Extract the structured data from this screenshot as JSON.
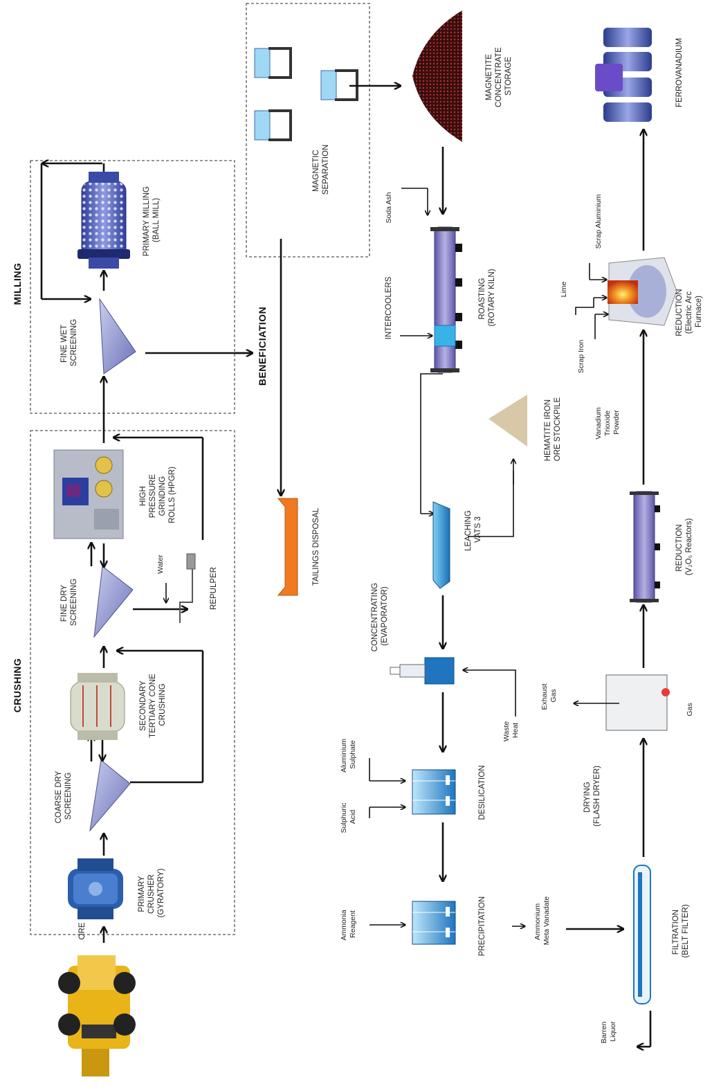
{
  "sections": {
    "crushing": "CRUSHING",
    "milling": "MILLING",
    "beneficiation": "BENEFICIATION"
  },
  "labels": {
    "ore": "ORE",
    "primary_crusher": [
      "PRIMARY",
      "CRUSHER",
      "(GYRATORY)"
    ],
    "coarse_dry_screening": [
      "COARSE DRY",
      "SCREENING"
    ],
    "secondary_cone": [
      "SECONDARY",
      "TERTIARY CONE",
      "CRUSHING"
    ],
    "fine_dry_screening": [
      "FINE DRY",
      "SCREENING"
    ],
    "water": "Water",
    "repulper": "REPULPER",
    "hpgr": [
      "HIGH",
      "PRESSURE",
      "GRINDING",
      "ROLLS (HPGR)"
    ],
    "fine_wet_screening": [
      "FINE WET",
      "SCREENING"
    ],
    "primary_milling": [
      "PRIMARY MILLING",
      "(BALL MILL)"
    ],
    "magnetic_separation": [
      "MAGNETIC",
      "SEPARATION"
    ],
    "magnetite_storage": [
      "MAGNETITE",
      "CONCENTRATE",
      "STORAGE"
    ],
    "tailings_disposal": "TAILINGS DISPOSAL",
    "soda_ash": "Soda Ash",
    "intercoolers": "INTERCOOLERS",
    "roasting": [
      "ROASTING",
      "(ROTARY KILN)"
    ],
    "hematite_stockpile": [
      "HEMATITE IRON",
      "ORE STOCKPILE"
    ],
    "leaching": [
      "LEACHING",
      "VATS 3"
    ],
    "concentrating": [
      "CONCENTRATING",
      "(EVAPORATOR)"
    ],
    "waste_heat": [
      "Waste",
      "Heat"
    ],
    "aluminium_sulphate": [
      "Aluminium",
      "Sulphate"
    ],
    "sulphuric_acid": [
      "Sulphuric",
      "Acid"
    ],
    "desilication": "DESILICATION",
    "ammonia_reagent": [
      "Ammonia",
      "Reagent"
    ],
    "precipitation": "PRECIPITATION",
    "ammonium_meta_vanadate": [
      "Ammonium",
      "Meta Vanadate"
    ],
    "filtration": [
      "FILTRATION",
      "(BELT FILTER)"
    ],
    "barren_liquor": [
      "Barren",
      "Liquor"
    ],
    "drying": [
      "DRYING",
      "(FLASH DRYER)"
    ],
    "exhaust_gas": [
      "Exhaust",
      "Gas"
    ],
    "gas": "Gas",
    "reduction_v2o5": [
      "REDUCTION",
      "(V₂O₅ Reactors)"
    ],
    "vanadium_trioxide": [
      "Vanadium",
      "Trioxide",
      "Powder"
    ],
    "scrap_iron": "Scrap Iron",
    "lime": "Lime",
    "scrap_aluminium": "Scrap Aluminium",
    "reduction_eaf": [
      "REDUCTION",
      "(Electric Arc",
      "Furnace)"
    ],
    "ferrovanadium": "FERROVANADIUM"
  },
  "colors": {
    "arrow": "#111111",
    "screen": "#7f86c8",
    "mill": "#4d5db8",
    "kiln": "#8a84c4",
    "vat": "#2a8fd6",
    "tailings": "#ef7a22",
    "magnetite": "#5c1a1a",
    "hematite": "#d8c8a8",
    "truck": "#e8b418",
    "crusher": "#2b5fae"
  }
}
